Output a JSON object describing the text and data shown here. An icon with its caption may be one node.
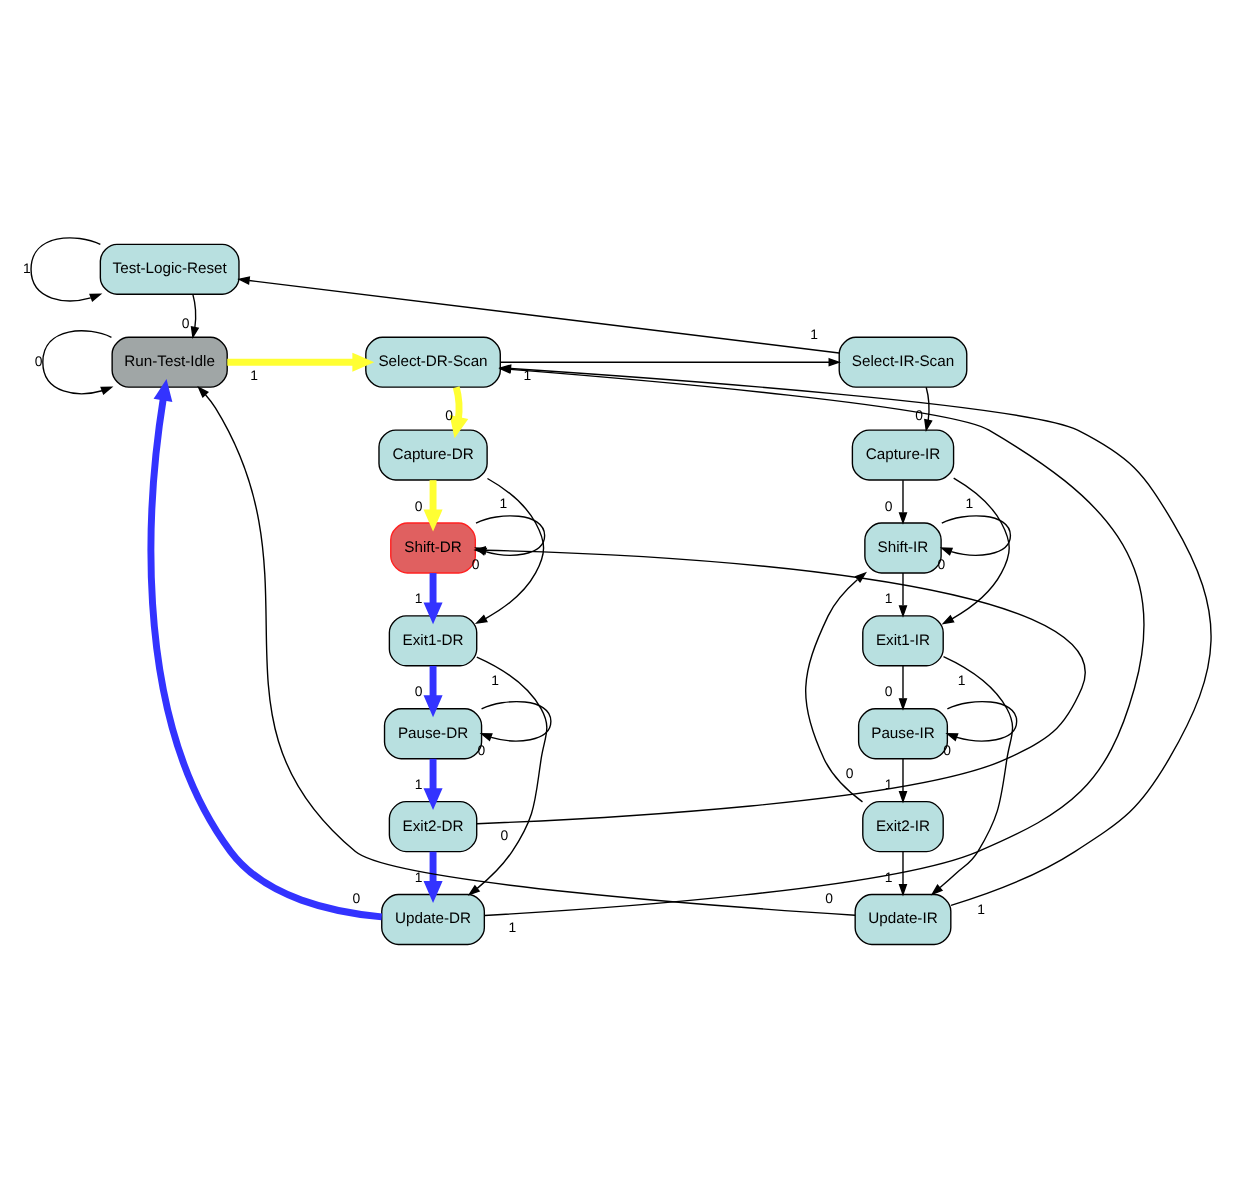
{
  "diagram": {
    "nodes": [
      {
        "text": [
          "Test-Logic-Reset"
        ]
      },
      {
        "text": [
          "Run-Test-Idle"
        ]
      },
      {
        "text": [
          "Select-DR-Scan"
        ]
      },
      {
        "text": [
          "Select-IR-Scan"
        ]
      },
      {
        "text": [
          "Capture-DR"
        ]
      },
      {
        "text": [
          "Shift-DR"
        ]
      },
      {
        "text": [
          "Exit1-DR"
        ]
      },
      {
        "text": [
          "Pause-DR"
        ]
      },
      {
        "text": [
          "Exit2-DR"
        ]
      },
      {
        "text": [
          "Update-DR"
        ]
      },
      {
        "text": [
          "Capture-IR"
        ]
      },
      {
        "text": [
          "Shift-IR"
        ]
      },
      {
        "text": [
          "Exit1-IR"
        ]
      },
      {
        "text": [
          "Pause-IR"
        ]
      },
      {
        "text": [
          "Exit2-IR"
        ]
      },
      {
        "text": [
          "Update-IR"
        ]
      }
    ],
    "edges": [
      {
        "from": 0,
        "to": 0,
        "arrow": "to",
        "label": "1"
      },
      {
        "from": 0,
        "to": 1,
        "arrow": "to",
        "label": "0"
      },
      {
        "from": 1,
        "to": 1,
        "arrow": "to",
        "label": "0"
      },
      {
        "from": 1,
        "to": 2,
        "arrow": "to",
        "label": "1",
        "style": "thick",
        "color": "#ffff33"
      },
      {
        "from": 2,
        "to": 3,
        "arrow": "to",
        "label": "1"
      },
      {
        "from": 3,
        "to": 0,
        "arrow": "to",
        "label": "1"
      },
      {
        "from": 2,
        "to": 4,
        "arrow": "to",
        "label": "0",
        "style": "thick",
        "color": "#ffff33"
      },
      {
        "from": 3,
        "to": 10,
        "arrow": "to",
        "label": "0"
      },
      {
        "from": 4,
        "to": 5,
        "arrow": "to",
        "label": "0",
        "style": "thick",
        "color": "#ffff33"
      },
      {
        "from": 4,
        "to": 6,
        "arrow": "to",
        "label": "1"
      },
      {
        "from": 5,
        "to": 5,
        "arrow": "to",
        "label": "0"
      },
      {
        "from": 5,
        "to": 6,
        "arrow": "to",
        "label": "1",
        "style": "thick",
        "color": "#3333ff"
      },
      {
        "from": 6,
        "to": 7,
        "arrow": "to",
        "label": "0",
        "style": "thick",
        "color": "#3333ff"
      },
      {
        "from": 6,
        "to": 9,
        "arrow": "to",
        "label": "1"
      },
      {
        "from": 7,
        "to": 7,
        "arrow": "to",
        "label": "0"
      },
      {
        "from": 7,
        "to": 8,
        "arrow": "to",
        "label": "1",
        "style": "thick",
        "color": "#3333ff"
      },
      {
        "from": 8,
        "to": 5,
        "arrow": "to",
        "label": "0"
      },
      {
        "from": 8,
        "to": 9,
        "arrow": "to",
        "label": "1",
        "style": "thick",
        "color": "#3333ff"
      },
      {
        "from": 9,
        "to": 2,
        "arrow": "to",
        "label": "1"
      },
      {
        "from": 9,
        "to": 1,
        "arrow": "to",
        "label": "0",
        "style": "thick",
        "color": "#3333ff"
      },
      {
        "from": 10,
        "to": 11,
        "arrow": "to",
        "label": "0"
      },
      {
        "from": 10,
        "to": 12,
        "arrow": "to",
        "label": "1"
      },
      {
        "from": 11,
        "to": 11,
        "arrow": "to",
        "label": "0"
      },
      {
        "from": 11,
        "to": 12,
        "arrow": "to",
        "label": "1"
      },
      {
        "from": 12,
        "to": 13,
        "arrow": "to",
        "label": "0"
      },
      {
        "from": 12,
        "to": 15,
        "arrow": "to",
        "label": "1"
      },
      {
        "from": 13,
        "to": 13,
        "arrow": "to",
        "label": "0"
      },
      {
        "from": 13,
        "to": 14,
        "arrow": "to",
        "label": "1"
      },
      {
        "from": 14,
        "to": 11,
        "arrow": "to",
        "label": "0"
      },
      {
        "from": 14,
        "to": 15,
        "arrow": "to",
        "label": "1"
      },
      {
        "from": 15,
        "to": 2,
        "arrow": "to",
        "label": "1"
      },
      {
        "from": 15,
        "to": 1,
        "arrow": "to",
        "label": "0"
      }
    ]
  }
}
